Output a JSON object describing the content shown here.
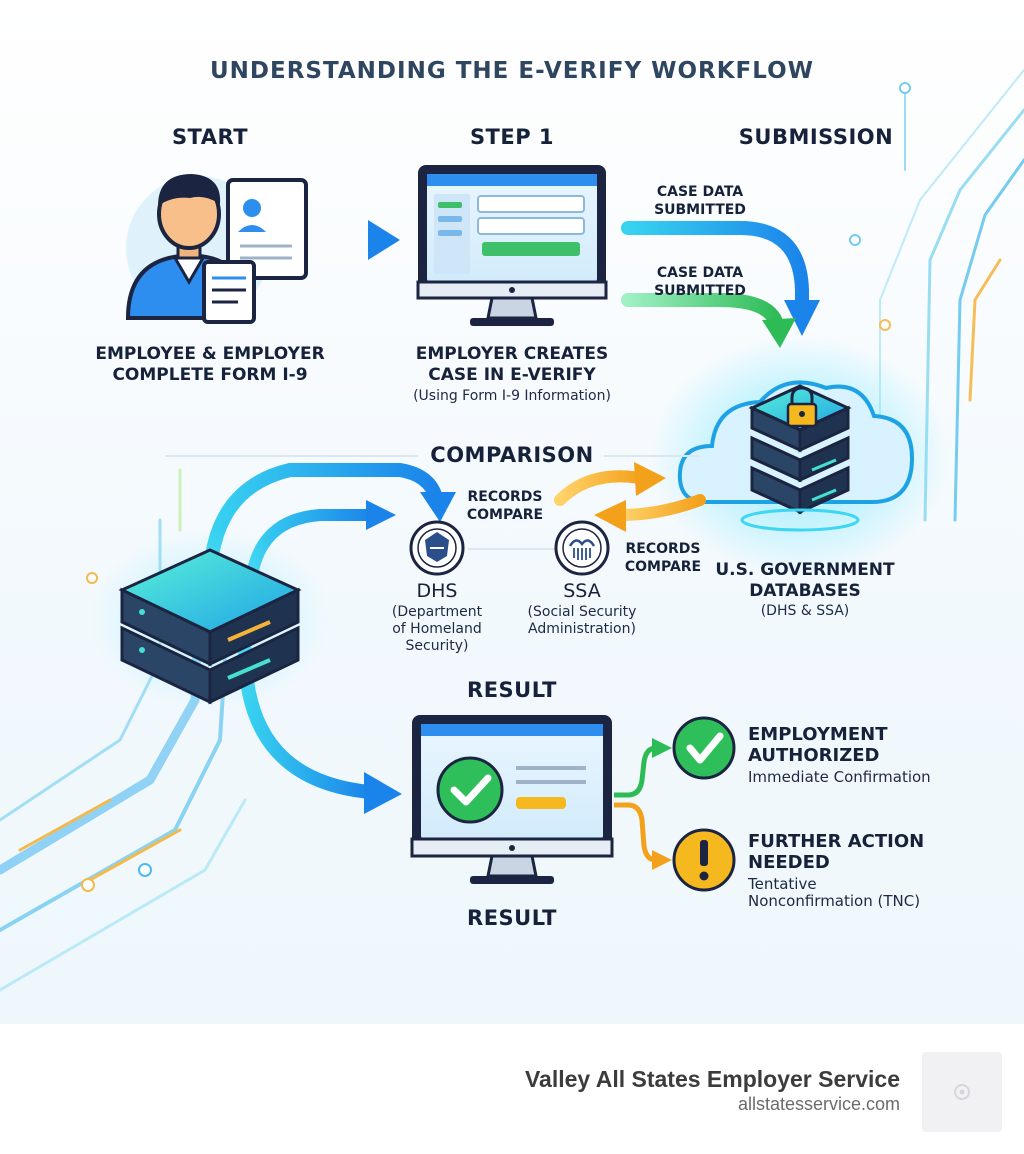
{
  "title": "UNDERSTANDING THE E-VERIFY WORKFLOW",
  "stages": {
    "start": {
      "header": "START",
      "caption": [
        "EMPLOYEE & EMPLOYER",
        "COMPLETE FORM I-9"
      ]
    },
    "step1": {
      "header": "STEP 1",
      "caption": [
        "EMPLOYER CREATES",
        "CASE IN E-VERIFY"
      ],
      "note": "(Using Form I-9 Information)"
    },
    "submission": {
      "header": "SUBMISSION",
      "labels": [
        [
          "CASE DATA",
          "SUBMITTED"
        ],
        [
          "CASE DATA",
          "SUBMITTED"
        ]
      ]
    },
    "databases": {
      "caption": [
        "U.S. GOVERNMENT",
        "DATABASES"
      ],
      "note": "(DHS & SSA)"
    },
    "comparison": {
      "header": "COMPARISON",
      "labels": [
        [
          "RECORDS",
          "COMPARE"
        ],
        [
          "RECORDS",
          "COMPARE"
        ]
      ],
      "dhs": {
        "name": "DHS",
        "full": [
          "(Department",
          "of Homeland",
          "Security)"
        ]
      },
      "ssa": {
        "name": "SSA",
        "full": [
          "(Social Security",
          "Administration)"
        ]
      }
    },
    "result": {
      "header_top": "RESULT",
      "header_bottom": "RESULT",
      "outcomes": [
        {
          "title": [
            "EMPLOYMENT",
            "AUTHORIZED"
          ],
          "detail": [
            "Immediate Confirmation"
          ],
          "icon": "check-circle-icon",
          "color": "#2fbf5a"
        },
        {
          "title": [
            "FURTHER ACTION",
            "NEEDED"
          ],
          "detail": [
            "Tentative",
            "Nonconfirmation (TNC)"
          ],
          "icon": "exclamation-circle-icon",
          "color": "#f5b81f"
        }
      ]
    }
  },
  "footer": {
    "brand": "Valley All States Employer Service",
    "site": "allstatesservice.com"
  },
  "colors": {
    "blue": "#1e9af0",
    "cyan": "#3fd6f2",
    "green": "#2fbf5a",
    "orange": "#f5a623",
    "navy": "#1b2440"
  }
}
